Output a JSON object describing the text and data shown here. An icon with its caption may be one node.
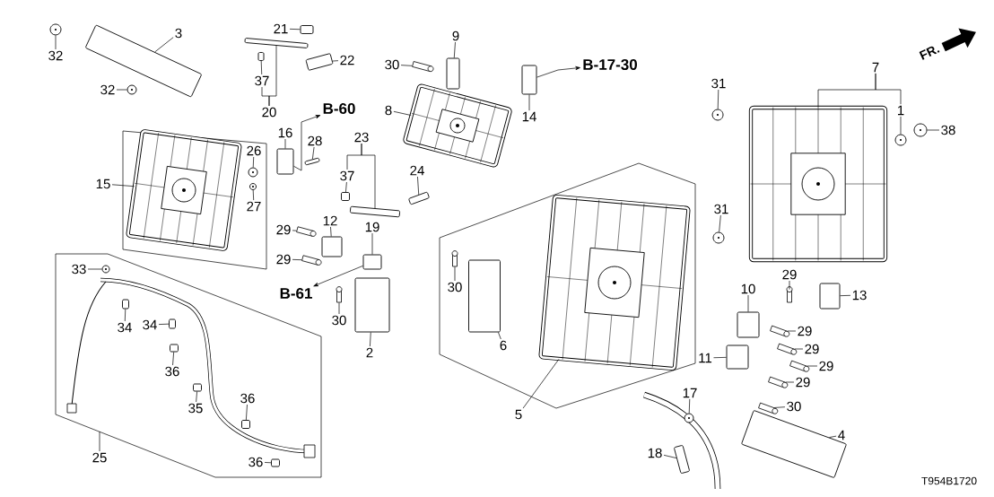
{
  "diagram": {
    "nodes": [
      {
        "text": [
          "32"
        ]
      },
      {
        "text": [],
        "shape": "circle"
      },
      {
        "text": [
          "3"
        ]
      },
      {
        "text": [],
        "shape": "box"
      },
      {
        "text": [
          "32"
        ]
      },
      {
        "text": [],
        "shape": "circle"
      },
      {
        "text": [
          "21"
        ]
      },
      {
        "text": [],
        "shape": "box"
      },
      {
        "text": [
          "22"
        ]
      },
      {
        "text": [],
        "shape": "box"
      },
      {
        "text": [
          "37"
        ]
      },
      {
        "text": [],
        "shape": "box"
      },
      {
        "text": [
          "20"
        ]
      },
      {
        "text": [],
        "shape": "box"
      },
      {
        "text": [
          "16"
        ]
      },
      {
        "text": [],
        "shape": "box"
      },
      {
        "text": [
          "28"
        ]
      },
      {
        "text": [],
        "shape": "box"
      },
      {
        "text": [
          "B-60"
        ]
      },
      {
        "text": [
          "15"
        ]
      },
      {
        "text": [],
        "shape": "picture"
      },
      {
        "text": [
          "26"
        ]
      },
      {
        "text": [],
        "shape": "circle"
      },
      {
        "text": [
          "27"
        ]
      },
      {
        "text": [],
        "shape": "circle"
      },
      {
        "text": [
          "9"
        ]
      },
      {
        "text": [],
        "shape": "box"
      },
      {
        "text": [
          "30"
        ]
      },
      {
        "text": [],
        "shape": "box"
      },
      {
        "text": [
          "8"
        ]
      },
      {
        "text": [],
        "shape": "picture"
      },
      {
        "text": [
          "14"
        ]
      },
      {
        "text": [],
        "shape": "box"
      },
      {
        "text": [
          "B-17-30"
        ]
      },
      {
        "text": [
          "23"
        ]
      },
      {
        "text": [
          "37"
        ]
      },
      {
        "text": [],
        "shape": "box"
      },
      {
        "text": [],
        "shape": "box"
      },
      {
        "text": [
          "24"
        ]
      },
      {
        "text": [],
        "shape": "box"
      },
      {
        "text": [
          "29"
        ]
      },
      {
        "text": [],
        "shape": "box"
      },
      {
        "text": [
          "12"
        ]
      },
      {
        "text": [],
        "shape": "box"
      },
      {
        "text": [
          "19"
        ]
      },
      {
        "text": [],
        "shape": "box"
      },
      {
        "text": [
          "29"
        ]
      },
      {
        "text": [],
        "shape": "box"
      },
      {
        "text": [
          "B-61"
        ]
      },
      {
        "text": [
          "30"
        ]
      },
      {
        "text": [],
        "shape": "box"
      },
      {
        "text": [
          "2"
        ]
      },
      {
        "text": [],
        "shape": "box"
      },
      {
        "text": [
          "30"
        ]
      },
      {
        "text": [],
        "shape": "box"
      },
      {
        "text": [
          "6"
        ]
      },
      {
        "text": [],
        "shape": "box"
      },
      {
        "text": [
          "5"
        ]
      },
      {
        "text": [],
        "shape": "picture"
      },
      {
        "text": [
          "33"
        ]
      },
      {
        "text": [],
        "shape": "circle"
      },
      {
        "text": [
          "34"
        ]
      },
      {
        "text": [],
        "shape": "box"
      },
      {
        "text": [
          "34"
        ]
      },
      {
        "text": [],
        "shape": "box"
      },
      {
        "text": [
          "36"
        ]
      },
      {
        "text": [],
        "shape": "box"
      },
      {
        "text": [
          "35"
        ]
      },
      {
        "text": [],
        "shape": "box"
      },
      {
        "text": [
          "36"
        ]
      },
      {
        "text": [],
        "shape": "box"
      },
      {
        "text": [
          "36"
        ]
      },
      {
        "text": [],
        "shape": "box"
      },
      {
        "text": [
          "25"
        ]
      },
      {
        "text": [
          "7"
        ]
      },
      {
        "text": [],
        "shape": "picture"
      },
      {
        "text": [
          "1"
        ]
      },
      {
        "text": [],
        "shape": "circle"
      },
      {
        "text": [
          "38"
        ]
      },
      {
        "text": [],
        "shape": "circle"
      },
      {
        "text": [
          "31"
        ]
      },
      {
        "text": [],
        "shape": "circle"
      },
      {
        "text": [
          "31"
        ]
      },
      {
        "text": [],
        "shape": "circle"
      },
      {
        "text": [
          "29"
        ]
      },
      {
        "text": [],
        "shape": "box"
      },
      {
        "text": [
          "13"
        ]
      },
      {
        "text": [],
        "shape": "box"
      },
      {
        "text": [
          "10"
        ]
      },
      {
        "text": [],
        "shape": "box"
      },
      {
        "text": [
          "11"
        ]
      },
      {
        "text": [],
        "shape": "box"
      },
      {
        "text": [
          "29"
        ]
      },
      {
        "text": [],
        "shape": "box"
      },
      {
        "text": [
          "29"
        ]
      },
      {
        "text": [],
        "shape": "box"
      },
      {
        "text": [
          "29"
        ]
      },
      {
        "text": [],
        "shape": "box"
      },
      {
        "text": [
          "29"
        ]
      },
      {
        "text": [],
        "shape": "box"
      },
      {
        "text": [
          "30"
        ]
      },
      {
        "text": [],
        "shape": "box"
      },
      {
        "text": [
          "4"
        ]
      },
      {
        "text": [],
        "shape": "box"
      },
      {
        "text": [
          "17"
        ]
      },
      {
        "text": [],
        "shape": "circle"
      },
      {
        "text": [
          "18"
        ]
      },
      {
        "text": [],
        "shape": "box"
      }
    ],
    "edges": [
      {
        "from": 0,
        "to": 1,
        "arrow": "none"
      },
      {
        "from": 2,
        "to": 3,
        "arrow": "none"
      },
      {
        "from": 4,
        "to": 5,
        "arrow": "none"
      },
      {
        "from": 6,
        "to": 7,
        "arrow": "none"
      },
      {
        "from": 8,
        "to": 9,
        "arrow": "none"
      },
      {
        "from": 10,
        "to": 11,
        "arrow": "none"
      },
      {
        "from": 12,
        "to": 13,
        "arrow": "none"
      },
      {
        "from": 12,
        "to": 10,
        "arrow": "none"
      },
      {
        "from": 14,
        "to": 15,
        "arrow": "none"
      },
      {
        "from": 16,
        "to": 17,
        "arrow": "none"
      },
      {
        "from": 15,
        "to": 18,
        "arrow": "to"
      },
      {
        "from": 19,
        "to": 20,
        "arrow": "none"
      },
      {
        "from": 21,
        "to": 22,
        "arrow": "none"
      },
      {
        "from": 23,
        "to": 24,
        "arrow": "none"
      },
      {
        "from": 25,
        "to": 26,
        "arrow": "none"
      },
      {
        "from": 27,
        "to": 28,
        "arrow": "none"
      },
      {
        "from": 29,
        "to": 30,
        "arrow": "none"
      },
      {
        "from": 31,
        "to": 32,
        "arrow": "none"
      },
      {
        "from": 32,
        "to": 33,
        "arrow": "to"
      },
      {
        "from": 34,
        "to": 35,
        "arrow": "none"
      },
      {
        "from": 34,
        "to": 37,
        "arrow": "none"
      },
      {
        "from": 35,
        "to": 36,
        "arrow": "none"
      },
      {
        "from": 38,
        "to": 39,
        "arrow": "none"
      },
      {
        "from": 40,
        "to": 41,
        "arrow": "none"
      },
      {
        "from": 42,
        "to": 43,
        "arrow": "none"
      },
      {
        "from": 44,
        "to": 45,
        "arrow": "none"
      },
      {
        "from": 45,
        "to": 48,
        "arrow": "to"
      },
      {
        "from": 46,
        "to": 47,
        "arrow": "none"
      },
      {
        "from": 49,
        "to": 50,
        "arrow": "none"
      },
      {
        "from": 51,
        "to": 52,
        "arrow": "none"
      },
      {
        "from": 53,
        "to": 54,
        "arrow": "none"
      },
      {
        "from": 55,
        "to": 56,
        "arrow": "none"
      },
      {
        "from": 57,
        "to": 58,
        "arrow": "none"
      },
      {
        "from": 59,
        "to": 60,
        "arrow": "none"
      },
      {
        "from": 61,
        "to": 62,
        "arrow": "none"
      },
      {
        "from": 63,
        "to": 64,
        "arrow": "none"
      },
      {
        "from": 65,
        "to": 66,
        "arrow": "none"
      },
      {
        "from": 67,
        "to": 68,
        "arrow": "none"
      },
      {
        "from": 69,
        "to": 70,
        "arrow": "none"
      },
      {
        "from": 71,
        "to": 72,
        "arrow": "none"
      },
      {
        "from": 73,
        "to": null,
        "arrow": "none"
      },
      {
        "from": 74,
        "to": 75,
        "arrow": "none"
      },
      {
        "from": 74,
        "to": 76,
        "arrow": "none"
      },
      {
        "from": 76,
        "to": 77,
        "arrow": "none"
      },
      {
        "from": 78,
        "to": 79,
        "arrow": "none"
      },
      {
        "from": 80,
        "to": 81,
        "arrow": "none"
      },
      {
        "from": 82,
        "to": 83,
        "arrow": "none"
      },
      {
        "from": 84,
        "to": 85,
        "arrow": "none"
      },
      {
        "from": 86,
        "to": 87,
        "arrow": "none"
      },
      {
        "from": 88,
        "to": 89,
        "arrow": "none"
      },
      {
        "from": 90,
        "to": 91,
        "arrow": "none"
      },
      {
        "from": 92,
        "to": 93,
        "arrow": "none"
      },
      {
        "from": 94,
        "to": 95,
        "arrow": "none"
      },
      {
        "from": 96,
        "to": 97,
        "arrow": "none"
      },
      {
        "from": 98,
        "to": 99,
        "arrow": "none"
      },
      {
        "from": 100,
        "to": 101,
        "arrow": "none"
      },
      {
        "from": 102,
        "to": 103,
        "arrow": "none"
      },
      {
        "from": 104,
        "to": 105,
        "arrow": "none"
      },
      {
        "from": 106,
        "to": 107,
        "arrow": "none"
      }
    ],
    "labels": [
      "FR.",
      "T954B1720"
    ]
  }
}
